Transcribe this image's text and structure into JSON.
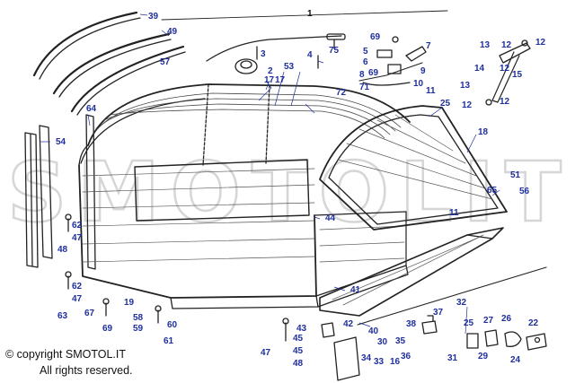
{
  "colors": {
    "callout": "#1f2f9e",
    "ink": "#222222",
    "watermark": "#d6d6d6"
  },
  "watermark": "SMOTOLIT",
  "copyright": {
    "line1": "© copyright SMOTOL.IT",
    "line2": "All rights reserved."
  },
  "callouts": {
    "c1": "1",
    "c2": "2",
    "c3": "3",
    "c4": "4",
    "c5": "5",
    "c6": "6",
    "c7": "7",
    "c8": "8",
    "c9": "9",
    "c10": "10",
    "c11a": "11",
    "c11b": "11",
    "c12a": "12",
    "c12b": "12",
    "c12c": "12",
    "c12d": "12",
    "c13a": "13",
    "c13b": "13",
    "c14": "14",
    "c15": "15",
    "c16": "16",
    "c17a": "17",
    "c17b": "17",
    "c18": "18",
    "c19": "19",
    "c22": "22",
    "c24": "24",
    "c25a": "25",
    "c25b": "25",
    "c26": "26",
    "c27": "27",
    "c29": "29",
    "c30": "30",
    "c31": "31",
    "c32": "32",
    "c33": "33",
    "c34": "34",
    "c35": "35",
    "c36": "36",
    "c37": "37",
    "c38": "38",
    "c39": "39",
    "c40": "40",
    "c41": "41",
    "c42": "42",
    "c43": "43",
    "c44": "44",
    "c45a": "45",
    "c45b": "45",
    "c47a": "47",
    "c47b": "47",
    "c47c": "47",
    "c48a": "48",
    "c48b": "48",
    "c49": "49",
    "c51": "51",
    "c53": "53",
    "c54": "54",
    "c56": "56",
    "c57": "57",
    "c58": "58",
    "c59": "59",
    "c60": "60",
    "c61": "61",
    "c62a": "62",
    "c62b": "62",
    "c63": "63",
    "c64": "64",
    "c65": "65",
    "c67": "67",
    "c69a": "69",
    "c69b": "69",
    "c69c": "69",
    "c71": "71",
    "c72": "72",
    "c75": "75"
  }
}
